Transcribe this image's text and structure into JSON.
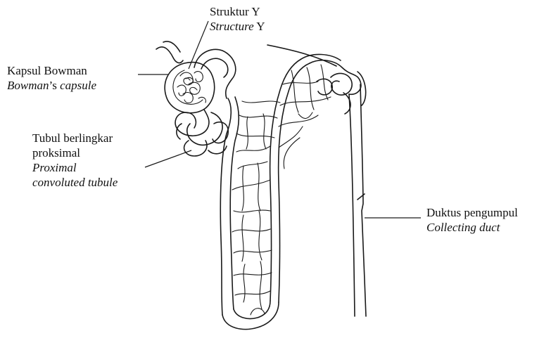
{
  "labels": {
    "structure_y": {
      "malay": "Struktur Y",
      "english_italic": "Structure",
      "english_suffix": " Y"
    },
    "bowman": {
      "malay": "Kapsul Bowman",
      "english_italic_a": "Bowman",
      "english_apos": "’s ",
      "english_italic_b": "capsule"
    },
    "proximal": {
      "malay_1": "Tubul berlingkar",
      "malay_2": "proksimal",
      "english_1": "Proximal",
      "english_2": "convoluted tubule"
    },
    "collecting": {
      "malay": "Duktus pengumpul",
      "english": "Collecting duct"
    }
  }
}
